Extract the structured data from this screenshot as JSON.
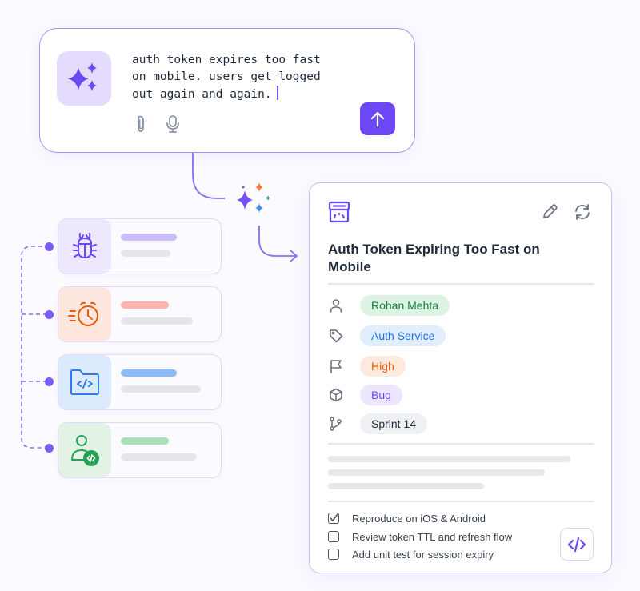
{
  "prompt": {
    "text": "auth token expires too fast\non mobile. users get logged\nout again and again.",
    "icons": [
      "sparkles-icon",
      "paperclip-icon",
      "microphone-icon",
      "arrow-up-icon"
    ],
    "send_label": "Send"
  },
  "categories": [
    {
      "name": "bug",
      "icon": "bug-icon",
      "tile_bg": "#ede8fe",
      "icon_color": "#6c47f5",
      "accent_bar": "#cbbcfb",
      "accent_width": 70,
      "gray_width": 62
    },
    {
      "name": "timing",
      "icon": "alarm-clock-icon",
      "tile_bg": "#fde7de",
      "icon_color": "#ea580c",
      "accent_bar": "#fdb4ad",
      "accent_width": 60,
      "gray_width": 90
    },
    {
      "name": "code-folder",
      "icon": "code-folder-icon",
      "tile_bg": "#dceafd",
      "icon_color": "#2f7bf0",
      "accent_bar": "#8cbcf8",
      "accent_width": 70,
      "gray_width": 100
    },
    {
      "name": "developer",
      "icon": "user-code-icon",
      "tile_bg": "#e2f3e6",
      "icon_color": "#27a058",
      "accent_bar": "#a8e0b9",
      "accent_width": 60,
      "gray_width": 95
    }
  ],
  "issue": {
    "title": "Auth Token Expiring Too Fast on Mobile",
    "fields": [
      {
        "icon": "user-icon",
        "label": "Rohan Mehta",
        "bg": "#ddf3e4",
        "color": "#15803d"
      },
      {
        "icon": "tag-icon",
        "label": "Auth Service",
        "bg": "#e0eefe",
        "color": "#2070e0"
      },
      {
        "icon": "flag-icon",
        "label": "High",
        "bg": "#fde9dd",
        "color": "#ea580c"
      },
      {
        "icon": "cube-icon",
        "label": "Bug",
        "bg": "#ece6fe",
        "color": "#6c47f5"
      },
      {
        "icon": "git-branch-icon",
        "label": "Sprint 14",
        "bg": "#eef0f3",
        "color": "#1f2937"
      }
    ],
    "checklist": [
      {
        "label": "Reproduce on iOS & Android",
        "checked": true
      },
      {
        "label": "Review token TTL and refresh flow",
        "checked": false
      },
      {
        "label": "Add unit test for session expiry",
        "checked": false
      }
    ]
  },
  "colors": {
    "accent": "#6c47f5",
    "border": "#a990f5",
    "orange_spark": "#f07a3c",
    "green_spark": "#34a867",
    "blue_spark": "#3b8ef0"
  }
}
